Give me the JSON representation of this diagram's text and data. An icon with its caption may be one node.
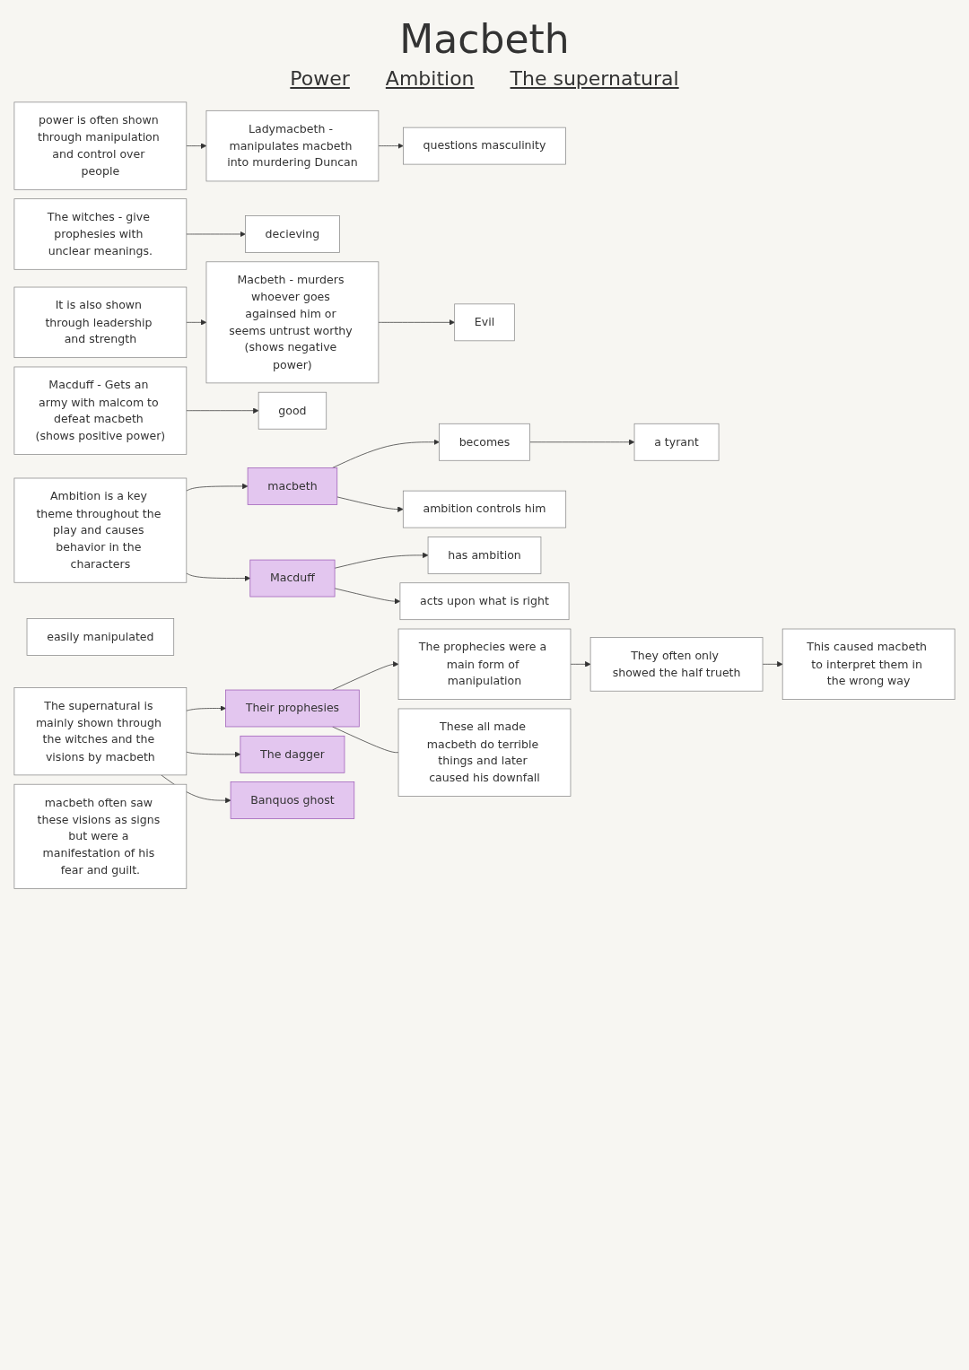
{
  "diagram": {
    "title": "Macbeth",
    "nodes": [
      {
        "text": [
          "power is often shown through manipulation and control over people"
        ]
      },
      {
        "text": [
          "Ladymacbeth - manipulates macbeth into murdering Duncan"
        ]
      },
      {
        "text": [
          "questions masculinity"
        ]
      },
      {
        "text": [
          "It is also shown through leadership and strength"
        ]
      },
      {
        "text": [
          "The witches - give prophesies with unclear meanings."
        ]
      },
      {
        "text": [
          "decieving"
        ]
      },
      {
        "text": [
          "Macbeth - murders whoever goes againsed him or seems untrust worthy (shows negative power)"
        ]
      },
      {
        "text": [
          "Evil"
        ]
      },
      {
        "text": [
          "Macduff - Gets an army with malcom to defeat macbeth (shows positive power)"
        ]
      },
      {
        "text": [
          "good"
        ]
      },
      {
        "text": [
          "Ambition is a key theme throughout the play and causes behavior in the characters"
        ]
      },
      {
        "text": [
          "macbeth"
        ]
      },
      {
        "text": [
          "becomes"
        ]
      },
      {
        "text": [
          "a tyrant"
        ]
      },
      {
        "text": [
          "ambition controls him"
        ]
      },
      {
        "text": [
          "easily manipulated"
        ]
      },
      {
        "text": [
          "Macduff"
        ]
      },
      {
        "text": [
          "has ambition"
        ]
      },
      {
        "text": [
          "acts upon what is right"
        ]
      },
      {
        "text": [
          "The supernatural is mainly shown through the witches and the visions by macbeth"
        ]
      },
      {
        "text": [
          "Their prophesies"
        ]
      },
      {
        "text": [
          "The prophecies were a main form of manipulation"
        ]
      },
      {
        "text": [
          "They often only showed the half trueth"
        ]
      },
      {
        "text": [
          "This caused macbeth to interpret them in the wrong way"
        ]
      },
      {
        "text": [
          "These all made macbeth do terrible things and later caused his downfall"
        ]
      },
      {
        "text": [
          "The dagger"
        ]
      },
      {
        "text": [
          "Banquos ghost"
        ]
      },
      {
        "text": [
          "macbeth often saw these visions as signs but were a manifestation of his fear and guilt."
        ]
      }
    ],
    "edges": [
      {
        "from": 0,
        "to": 1,
        "arrow": "to"
      },
      {
        "from": 1,
        "to": 2,
        "arrow": "to"
      },
      {
        "from": 3,
        "to": 6,
        "arrow": "to"
      },
      {
        "from": 4,
        "to": 5,
        "arrow": "to"
      },
      {
        "from": 6,
        "to": 7,
        "arrow": "to"
      },
      {
        "from": 8,
        "to": 9,
        "arrow": "to"
      },
      {
        "from": 10,
        "to": 11,
        "arrow": "to"
      },
      {
        "from": 10,
        "to": 16,
        "arrow": "to"
      },
      {
        "from": 11,
        "to": 12,
        "arrow": "to"
      },
      {
        "from": 12,
        "to": 13,
        "arrow": "to"
      },
      {
        "from": 11,
        "to": 14,
        "arrow": "to"
      },
      {
        "from": 16,
        "to": 17,
        "arrow": "to"
      },
      {
        "from": 16,
        "to": 18,
        "arrow": "to"
      },
      {
        "from": 19,
        "to": 20,
        "arrow": "to"
      },
      {
        "from": 20,
        "to": 21,
        "arrow": "to"
      },
      {
        "from": 21,
        "to": 22,
        "arrow": "to"
      },
      {
        "from": 22,
        "to": 23,
        "arrow": "to"
      },
      {
        "from": 20,
        "to": 24,
        "arrow": "none"
      },
      {
        "from": 19,
        "to": 25,
        "arrow": "to"
      },
      {
        "from": 19,
        "to": 26,
        "arrow": "to"
      }
    ],
    "labels": [
      "Power",
      "Ambition",
      "The supernatural"
    ]
  }
}
